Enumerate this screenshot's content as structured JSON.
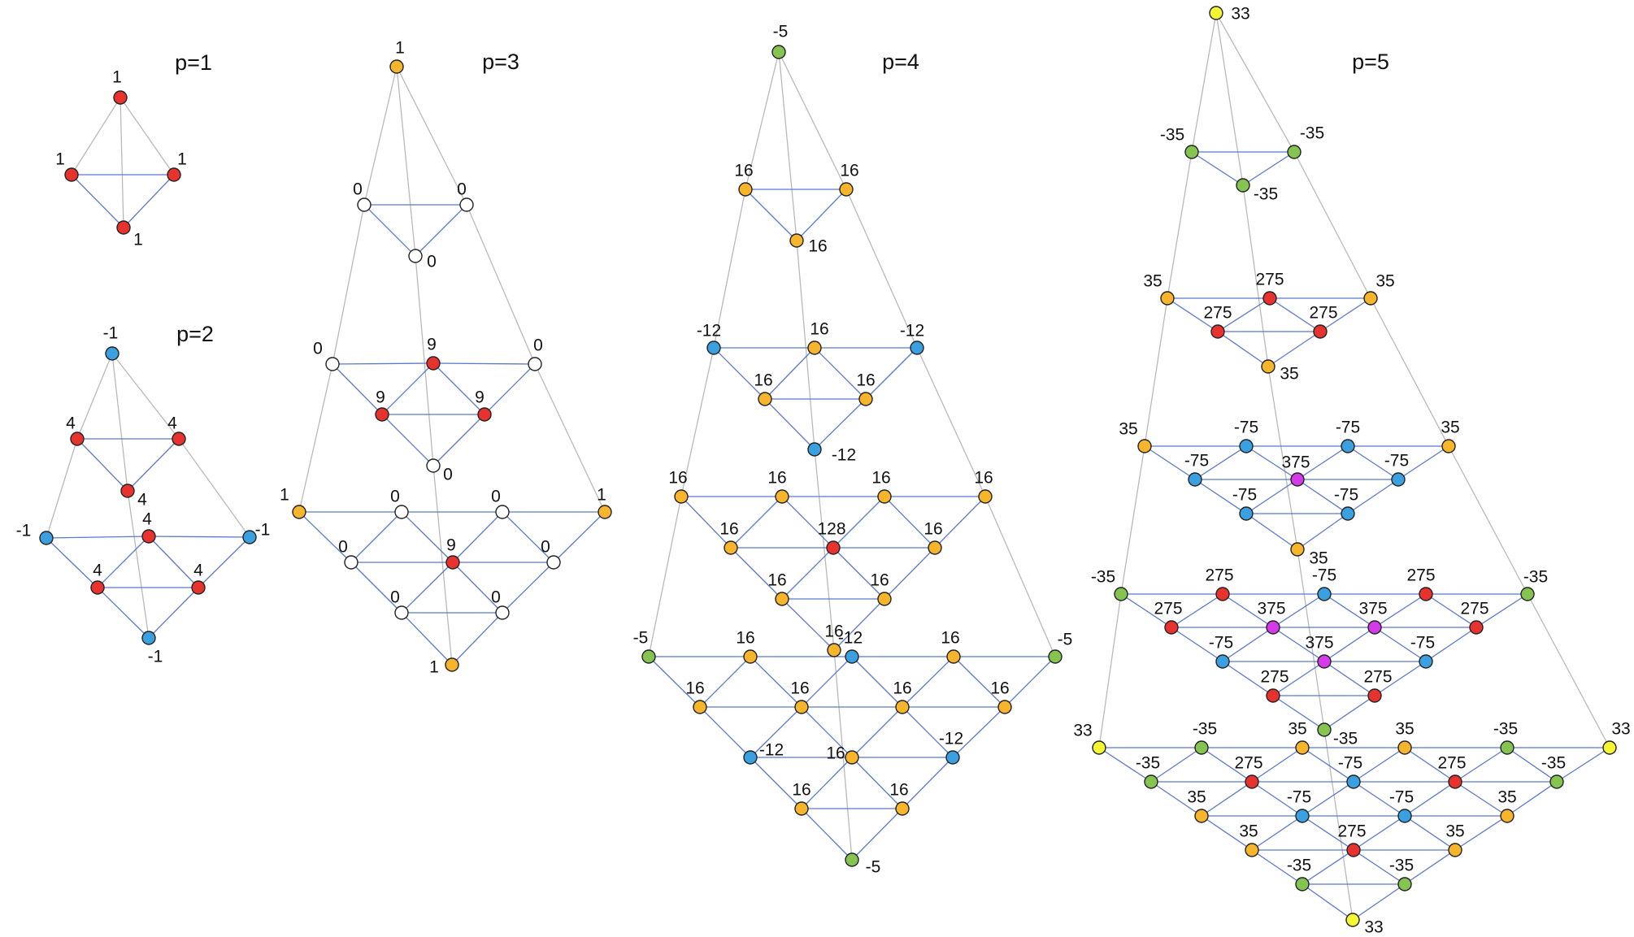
{
  "colors": {
    "red": "#e8322d",
    "blue": "#3aa0e0",
    "orange": "#f7b52b",
    "green": "#86c452",
    "yellow": "#f5f532",
    "magenta": "#d53ae8",
    "white": "#ffffff",
    "stroke": "#222222",
    "gray_edge": "#b9b9b9",
    "blue_edge": "#5b79c9"
  },
  "diagrams": [
    {
      "id": "p1",
      "title": "p=1",
      "groups": [
        [
          {
            "c": "red",
            "l": "1"
          },
          {
            "c": "red",
            "l": "1"
          },
          {
            "c": "red",
            "l": "1"
          },
          {
            "c": "red",
            "l": "1"
          }
        ]
      ]
    },
    {
      "id": "p2",
      "title": "p=2",
      "groups": [
        [
          {
            "c": "blue",
            "l": "-1"
          }
        ],
        [
          {
            "c": "red",
            "l": "4"
          },
          {
            "c": "red",
            "l": "4"
          },
          {
            "c": "red",
            "l": "4"
          }
        ],
        [
          {
            "c": "blue",
            "l": "-1"
          },
          {
            "c": "red",
            "l": "4"
          },
          {
            "c": "blue",
            "l": "-1"
          },
          {
            "c": "red",
            "l": "4"
          },
          {
            "c": "red",
            "l": "4"
          },
          {
            "c": "blue",
            "l": "-1"
          }
        ]
      ]
    },
    {
      "id": "p3",
      "title": "p=3",
      "groups": [
        [
          {
            "c": "orange",
            "l": "1"
          }
        ],
        [
          {
            "c": "white",
            "l": "0"
          },
          {
            "c": "white",
            "l": "0"
          },
          {
            "c": "white",
            "l": "0"
          }
        ],
        [
          {
            "c": "white",
            "l": "0"
          },
          {
            "c": "red",
            "l": "9"
          },
          {
            "c": "white",
            "l": "0"
          },
          {
            "c": "red",
            "l": "9"
          },
          {
            "c": "red",
            "l": "9"
          },
          {
            "c": "white",
            "l": "0"
          }
        ],
        [
          {
            "c": "orange",
            "l": "1"
          },
          {
            "c": "white",
            "l": "0"
          },
          {
            "c": "white",
            "l": "0"
          },
          {
            "c": "orange",
            "l": "1"
          },
          {
            "c": "white",
            "l": "0"
          },
          {
            "c": "red",
            "l": "9"
          },
          {
            "c": "white",
            "l": "0"
          },
          {
            "c": "white",
            "l": "0"
          },
          {
            "c": "white",
            "l": "0"
          },
          {
            "c": "orange",
            "l": "1"
          }
        ]
      ]
    },
    {
      "id": "p4",
      "title": "p=4",
      "groups": [
        [
          {
            "c": "green",
            "l": "-5"
          }
        ],
        [
          {
            "c": "orange",
            "l": "16"
          },
          {
            "c": "orange",
            "l": "16"
          },
          {
            "c": "orange",
            "l": "16"
          }
        ],
        [
          {
            "c": "blue",
            "l": "-12"
          },
          {
            "c": "orange",
            "l": "16"
          },
          {
            "c": "blue",
            "l": "-12"
          },
          {
            "c": "orange",
            "l": "16"
          },
          {
            "c": "orange",
            "l": "16"
          },
          {
            "c": "blue",
            "l": "-12"
          }
        ],
        [
          {
            "c": "orange",
            "l": "16"
          },
          {
            "c": "orange",
            "l": "16"
          },
          {
            "c": "orange",
            "l": "16"
          },
          {
            "c": "orange",
            "l": "16"
          },
          {
            "c": "orange",
            "l": "16"
          },
          {
            "c": "red",
            "l": "128"
          },
          {
            "c": "orange",
            "l": "16"
          },
          {
            "c": "orange",
            "l": "16"
          },
          {
            "c": "orange",
            "l": "16"
          },
          {
            "c": "orange",
            "l": "16"
          }
        ],
        [
          {
            "c": "green",
            "l": "-5"
          },
          {
            "c": "orange",
            "l": "16"
          },
          {
            "c": "blue",
            "l": "-12"
          },
          {
            "c": "orange",
            "l": "16"
          },
          {
            "c": "green",
            "l": "-5"
          },
          {
            "c": "orange",
            "l": "16"
          },
          {
            "c": "orange",
            "l": "16"
          },
          {
            "c": "orange",
            "l": "16"
          },
          {
            "c": "orange",
            "l": "16"
          },
          {
            "c": "blue",
            "l": "-12"
          },
          {
            "c": "orange",
            "l": "16"
          },
          {
            "c": "blue",
            "l": "-12"
          },
          {
            "c": "orange",
            "l": "16"
          },
          {
            "c": "orange",
            "l": "16"
          },
          {
            "c": "green",
            "l": "-5"
          }
        ]
      ]
    },
    {
      "id": "p5",
      "title": "p=5",
      "groups": [
        [
          {
            "c": "yellow",
            "l": "33"
          }
        ],
        [
          {
            "c": "green",
            "l": "-35"
          },
          {
            "c": "green",
            "l": "-35"
          },
          {
            "c": "green",
            "l": "-35"
          }
        ],
        [
          {
            "c": "orange",
            "l": "35"
          },
          {
            "c": "red",
            "l": "275"
          },
          {
            "c": "orange",
            "l": "35"
          },
          {
            "c": "red",
            "l": "275"
          },
          {
            "c": "red",
            "l": "275"
          },
          {
            "c": "orange",
            "l": "35"
          }
        ],
        [
          {
            "c": "orange",
            "l": "35"
          },
          {
            "c": "blue",
            "l": "-75"
          },
          {
            "c": "blue",
            "l": "-75"
          },
          {
            "c": "orange",
            "l": "35"
          },
          {
            "c": "blue",
            "l": "-75"
          },
          {
            "c": "magenta",
            "l": "375"
          },
          {
            "c": "blue",
            "l": "-75"
          },
          {
            "c": "blue",
            "l": "-75"
          },
          {
            "c": "blue",
            "l": "-75"
          },
          {
            "c": "orange",
            "l": "35"
          }
        ],
        [
          {
            "c": "green",
            "l": "-35"
          },
          {
            "c": "red",
            "l": "275"
          },
          {
            "c": "blue",
            "l": "-75"
          },
          {
            "c": "red",
            "l": "275"
          },
          {
            "c": "green",
            "l": "-35"
          },
          {
            "c": "red",
            "l": "275"
          },
          {
            "c": "magenta",
            "l": "375"
          },
          {
            "c": "magenta",
            "l": "375"
          },
          {
            "c": "red",
            "l": "275"
          },
          {
            "c": "blue",
            "l": "-75"
          },
          {
            "c": "magenta",
            "l": "375"
          },
          {
            "c": "blue",
            "l": "-75"
          },
          {
            "c": "red",
            "l": "275"
          },
          {
            "c": "red",
            "l": "275"
          },
          {
            "c": "green",
            "l": "-35"
          }
        ],
        [
          {
            "c": "yellow",
            "l": "33"
          },
          {
            "c": "green",
            "l": "-35"
          },
          {
            "c": "orange",
            "l": "35"
          },
          {
            "c": "orange",
            "l": "35"
          },
          {
            "c": "green",
            "l": "-35"
          },
          {
            "c": "yellow",
            "l": "33"
          },
          {
            "c": "green",
            "l": "-35"
          },
          {
            "c": "red",
            "l": "275"
          },
          {
            "c": "blue",
            "l": "-75"
          },
          {
            "c": "red",
            "l": "275"
          },
          {
            "c": "green",
            "l": "-35"
          },
          {
            "c": "orange",
            "l": "35"
          },
          {
            "c": "blue",
            "l": "-75"
          },
          {
            "c": "blue",
            "l": "-75"
          },
          {
            "c": "orange",
            "l": "35"
          },
          {
            "c": "orange",
            "l": "35"
          },
          {
            "c": "red",
            "l": "275"
          },
          {
            "c": "orange",
            "l": "35"
          },
          {
            "c": "green",
            "l": "-35"
          },
          {
            "c": "green",
            "l": "-35"
          },
          {
            "c": "yellow",
            "l": "33"
          }
        ]
      ]
    }
  ]
}
